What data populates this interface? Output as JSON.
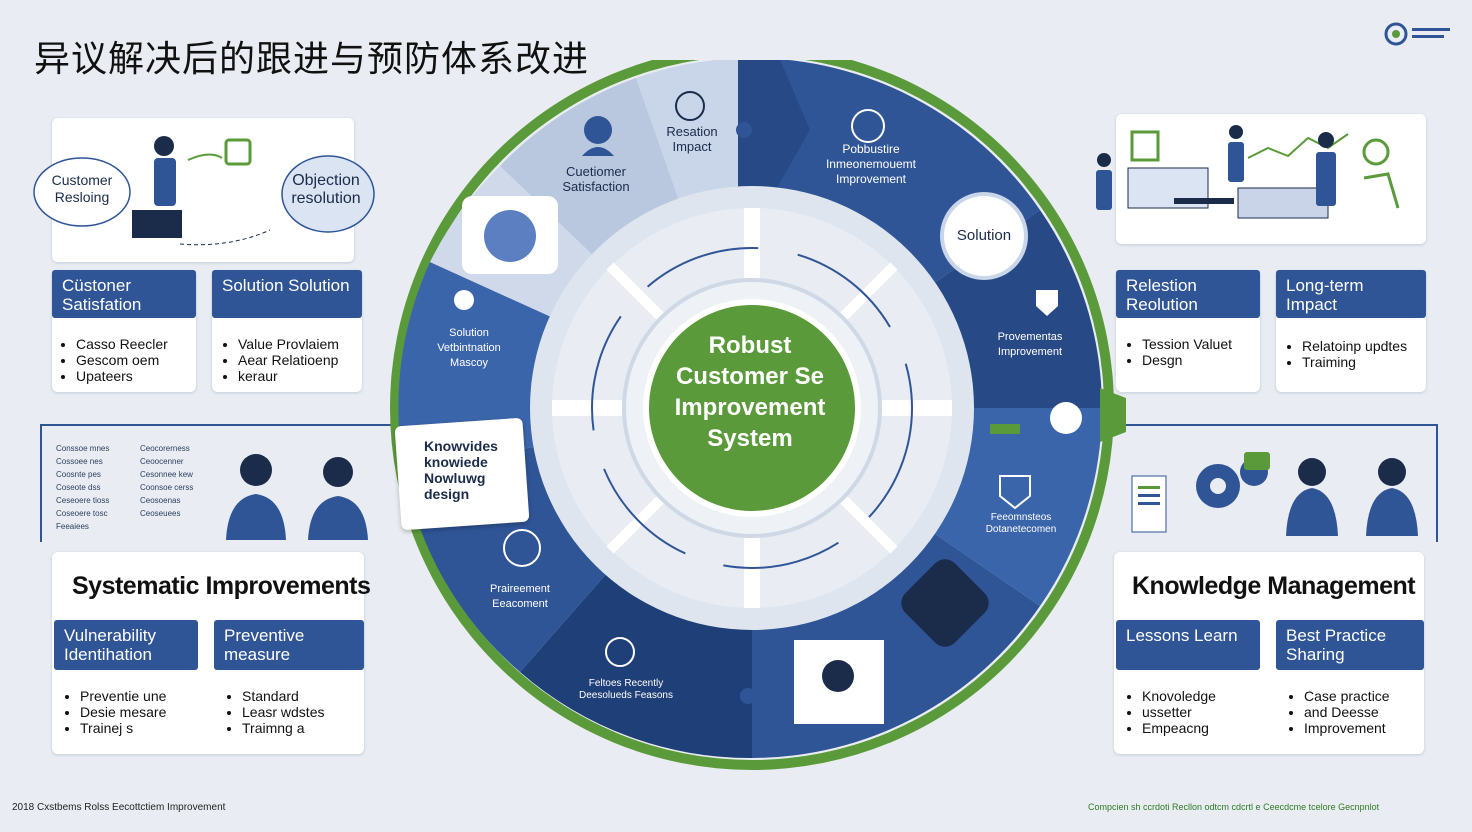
{
  "title": "异议解决后的跟进与预防体系改进",
  "center": {
    "lines": [
      "Robust",
      "Customer Se",
      "Improvement",
      "System"
    ]
  },
  "top_left": {
    "bubble_left": "Customer Resloing",
    "bubble_right": "Objection resolution",
    "card1": {
      "head": "Cüstoner Satisfation",
      "bullets": [
        "Casso Reecler",
        "Gescom oem",
        "Upateers"
      ]
    },
    "card2": {
      "head": "Solution Solution",
      "bullets": [
        "Value Provlaiem",
        "Aear Relatioenp",
        "keraur"
      ]
    }
  },
  "top_right": {
    "card1": {
      "head": "Relestion Reolution",
      "bullets": [
        "Tession Valuet",
        "Desgn"
      ]
    },
    "card2": {
      "head": "Long-term Impact",
      "bullets": [
        "Relatoinp updtes",
        "Traiming"
      ]
    }
  },
  "bottom_left": {
    "title": "Systematic Improvements",
    "card1": {
      "head": "Vulnerability Identihation",
      "bullets": [
        "Preventie une",
        "Desie mesare",
        "Trainej s"
      ]
    },
    "card2": {
      "head": "Preventive measure",
      "bullets": [
        "Standard",
        "Leasr wdstes",
        "Traimng a"
      ]
    }
  },
  "bottom_right": {
    "title": "Knowledge Management",
    "card1": {
      "head": "Lessons Learn",
      "bullets": [
        "Knovoledge",
        "ussetter",
        "Empeacng"
      ]
    },
    "card2": {
      "head": "Best Practice Sharing",
      "bullets": [
        "Case practice",
        "and Deesse",
        "Improvement"
      ]
    }
  },
  "wheel": {
    "seg_satisfaction": "Cuetiomer Satisfaction",
    "seg_impact": "Resation Impact",
    "seg_prevention": "Pobbustire Inmeonemouemt Improvement",
    "seg_solution_badge": "Solution",
    "seg_process": "Provementas Improvement",
    "seg_left": "Solution Vetbintnation Mascoy",
    "seg_knowledge": "Knowvides knowiede Nowluwg design",
    "seg_bottom_left": "Praireement Eeacoment",
    "seg_bottom": "Feltoes Recently Deesolueds Feasons",
    "seg_right_lower": "Feeomnsteos Dotanetecomen"
  },
  "left_notes": [
    "Conssoe mnes",
    "Cossoee nes",
    "Coosnte pes",
    "Coseote dss",
    "Ceseoere tioss",
    "Coseoere tosc",
    "Feeaiees"
  ],
  "left_notes_2": [
    "Ceocorerness",
    "Ceoocenner",
    "Cesonnee kew",
    "Coonsoe cerss",
    "Ceosoenas",
    "Ceoseuees"
  ],
  "footer_left": "2018 Cxstbems Rolss Eecottctiem Improvement",
  "footer_right": "Compcien sh ccrdoti Recllon odtcm cdcrtl e Ceecdcme tcelore Gecnpnlot",
  "colors": {
    "navy": "#2f5597",
    "green": "#5b9a3a",
    "light": "#e9edf3"
  }
}
